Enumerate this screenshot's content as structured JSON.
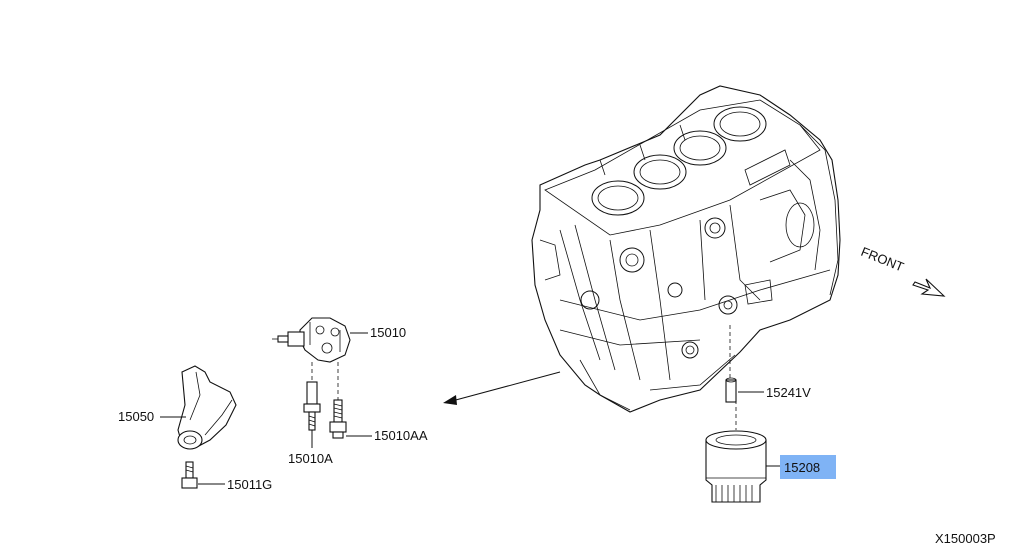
{
  "diagram": {
    "code": "X150003P",
    "direction_label": "FRONT",
    "highlight_color": "#7fb3f5",
    "parts": [
      {
        "id": "15010",
        "highlighted": false
      },
      {
        "id": "15010AA",
        "highlighted": false
      },
      {
        "id": "15010A",
        "highlighted": false
      },
      {
        "id": "15050",
        "highlighted": false
      },
      {
        "id": "15011G",
        "highlighted": false
      },
      {
        "id": "15241V",
        "highlighted": false
      },
      {
        "id": "15208",
        "highlighted": true
      }
    ]
  }
}
